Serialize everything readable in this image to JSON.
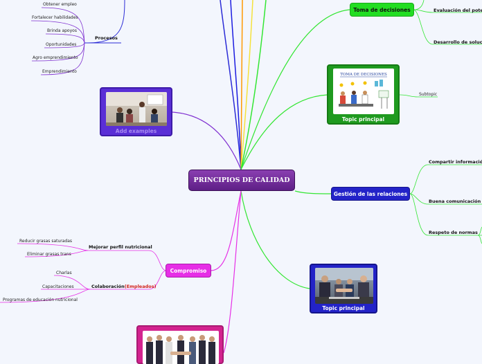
{
  "center": {
    "title": "PRINCIPIOS DE CALIDAD"
  },
  "procesos": {
    "label": "Procesos",
    "items": [
      "Obtener empleo",
      "Fortalecer habilidades",
      "Brinda apoyos",
      "Oportunidades",
      "Agro emprendimiento",
      "Emprendimiento"
    ]
  },
  "add_examples": {
    "caption": "Add examples"
  },
  "toma_decisiones": {
    "label": "Toma de decisiones",
    "children": [
      "Evaluación del potencial",
      "Desarrollo de soluciones"
    ]
  },
  "topic_card_1": {
    "caption": "Topic principal",
    "image_title": "TOMA DE DECISIONES",
    "subtopic": "Subtopic"
  },
  "gestion": {
    "label": "Gestión de las relaciones",
    "children": [
      "Compartir información",
      "Buena comunicación",
      "Respeto de normas"
    ]
  },
  "topic_card_2": {
    "caption": "Topic principal"
  },
  "compromiso": {
    "label": "Compromiso",
    "mejorar": {
      "label": "Mejorar perfil nutricional",
      "items": [
        "Reducir grasas saturadas",
        "Eliminar grasas trans"
      ]
    },
    "colaboracion": {
      "label": "Colaboración",
      "label_suffix": "(Empleados)",
      "items": [
        "Charlas",
        "Capacitaciones",
        "Programas de educación nutricional"
      ]
    }
  },
  "colors": {
    "procesos": "#2b2bd6",
    "add_examples": "#7f2fd0",
    "green": "#33e633",
    "green_node": "#22dd22",
    "gestion": "#2323c8",
    "compromiso": "#e62ee6",
    "bottom_card": "#d3238f",
    "orange": "#ff9900",
    "yellow": "#f5e23a"
  }
}
